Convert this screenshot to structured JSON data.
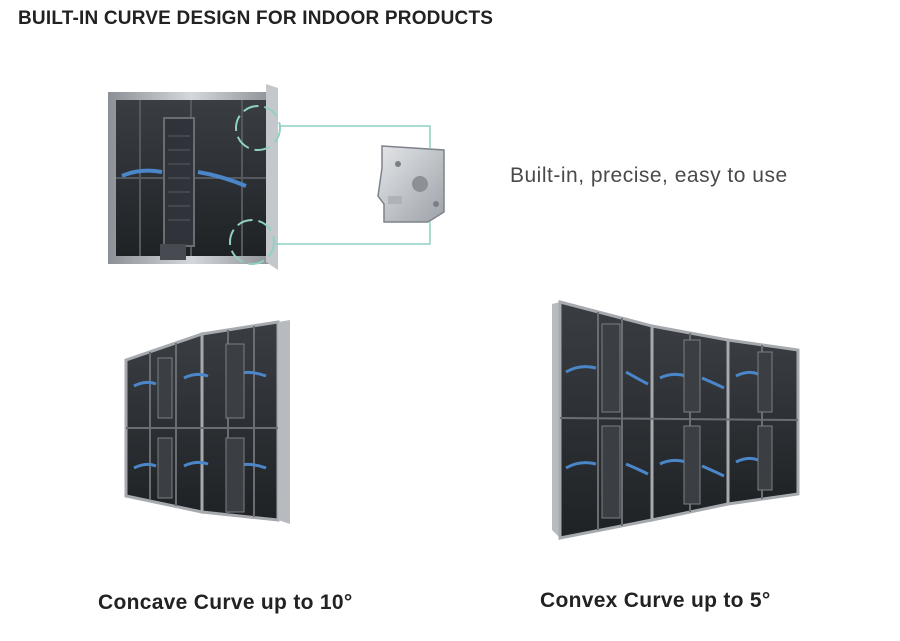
{
  "header": {
    "title": "BUILT-IN CURVE DESIGN FOR INDOOR PRODUCTS"
  },
  "feature": {
    "tagline": "Built-in, precise, easy to use"
  },
  "products": [
    {
      "caption": "Concave Curve up to 10°"
    },
    {
      "caption": "Convex Curve up to 5°"
    }
  ],
  "colors": {
    "accent_callout": "#8fd1c3",
    "cable_blue": "#4a86c8",
    "cabinet_dark": "#2a2d31",
    "frame_silver": "#b9bdc2"
  },
  "icons": {
    "single_cabinet": "led-cabinet-back-icon",
    "curve_lock": "curve-lock-bracket-icon",
    "concave_wall": "concave-cabinet-wall-icon",
    "convex_wall": "convex-cabinet-wall-icon"
  }
}
